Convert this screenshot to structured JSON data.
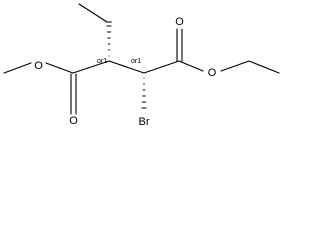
{
  "molecule": {
    "atoms": {
      "o_methoxy": "O",
      "o_left_carbonyl": "O",
      "o_ethoxy": "O",
      "o_right_carbonyl": "O",
      "br": "Br"
    },
    "stereo": {
      "c2": "or1",
      "c3": "or1"
    }
  }
}
